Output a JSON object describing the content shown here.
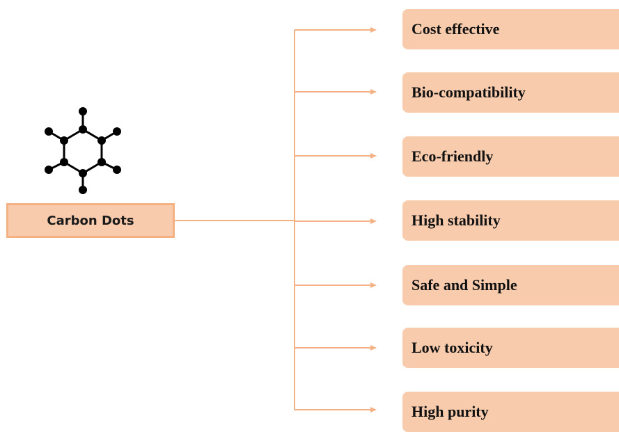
{
  "root": {
    "label": "Carbon Dots",
    "icon": "benzene-molecule-icon"
  },
  "features": [
    {
      "label": "Cost effective"
    },
    {
      "label": "Bio-compatibility"
    },
    {
      "label": "Eco-friendly"
    },
    {
      "label": "High stability"
    },
    {
      "label": "Safe and Simple"
    },
    {
      "label": "Low toxicity"
    },
    {
      "label": "High purity"
    }
  ],
  "colors": {
    "box_fill": "#f8cbad",
    "box_border": "#f4b183",
    "connector": "#f4b183",
    "molecule": "#000000"
  }
}
